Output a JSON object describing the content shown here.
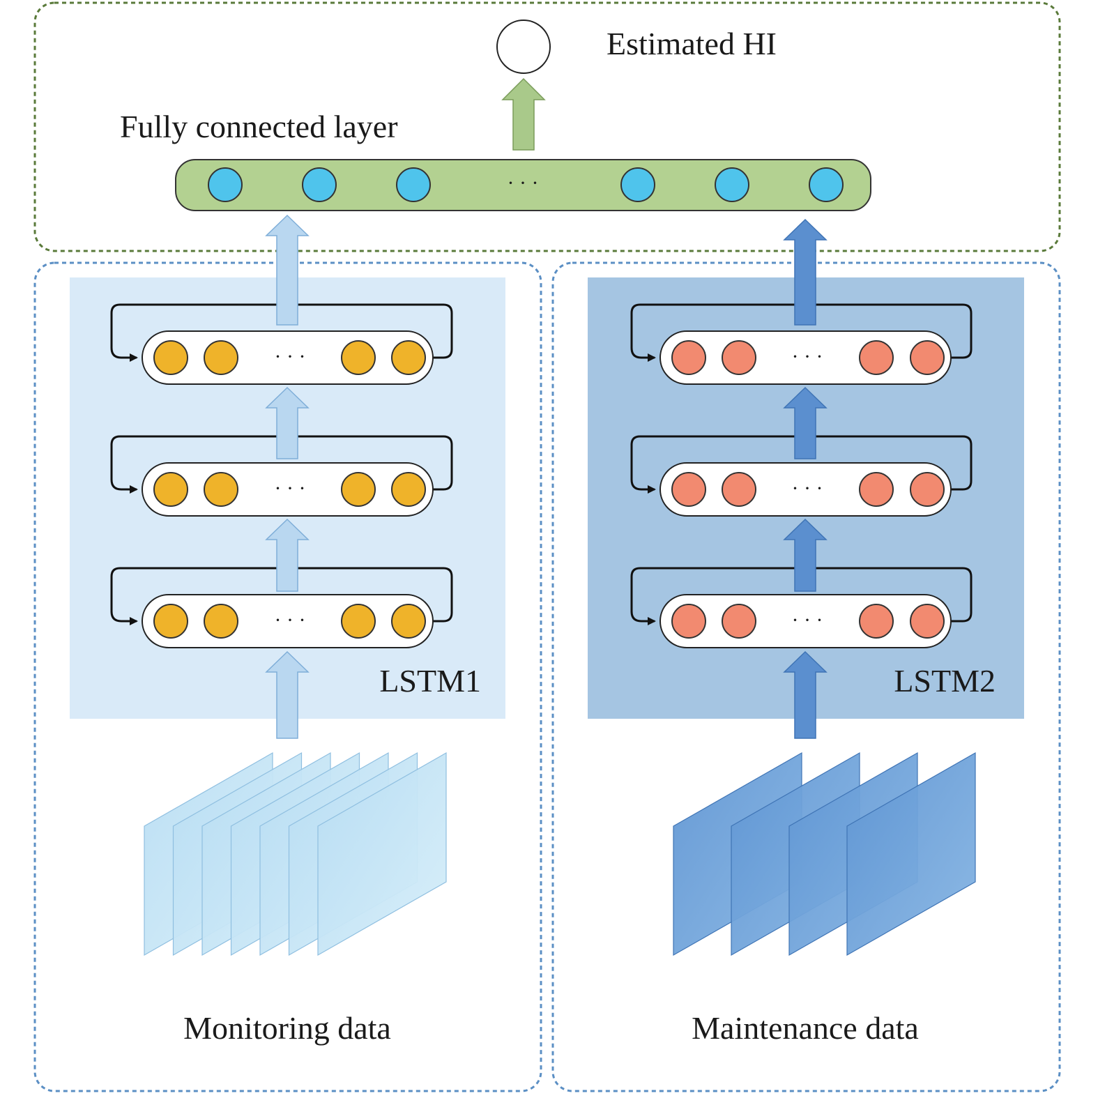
{
  "labels": {
    "estimated_hi": "Estimated HI",
    "fully_connected": "Fully connected layer",
    "lstm1": "LSTM1",
    "lstm2": "LSTM2",
    "monitoring": "Monitoring data",
    "maintenance": "Maintenance data",
    "ellipsis": "· · ·"
  },
  "colors": {
    "fc_border": "#5a7a3a",
    "branch_border": "#5b8fc4",
    "fc_bar": "#b3d191",
    "fc_node": "#4fc4ec",
    "lstm1_panel": "#d9eaf8",
    "lstm2_panel": "#a5c5e2",
    "lstm1_node": "#efb32a",
    "lstm2_node": "#f28a70",
    "arrow_light": "#b9d7f0",
    "arrow_dark": "#5b8fcf",
    "arrow_green": "#a9c98a",
    "monitoring_sheet": "#c4e4f6",
    "maintenance_sheet": "#6b9fd8"
  },
  "structure": {
    "lstm_layers_per_branch": 3,
    "monitoring_sheets": 7,
    "maintenance_sheets": 4
  }
}
